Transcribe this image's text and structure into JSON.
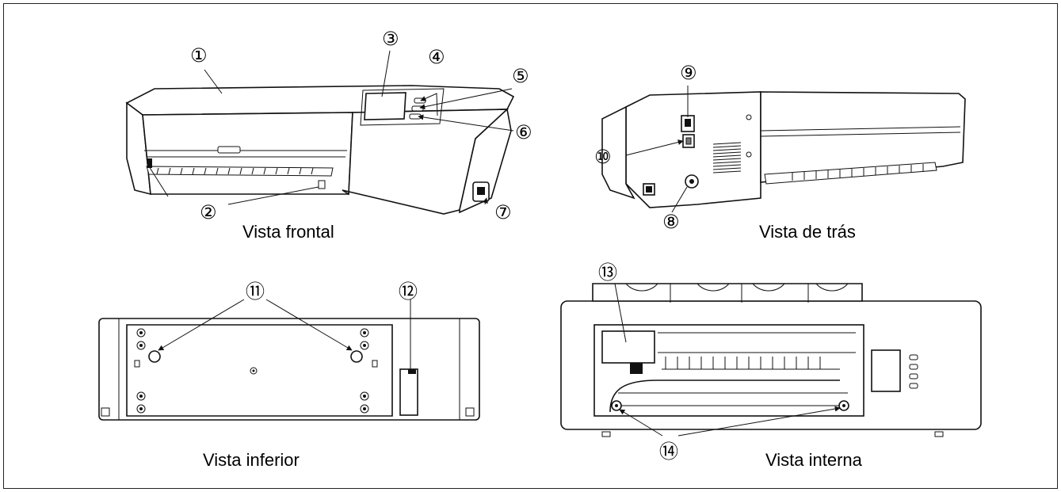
{
  "views": {
    "front": "Vista frontal",
    "rear": "Vista de trás",
    "bottom": "Vista inferior",
    "internal": "Vista interna"
  },
  "callouts": {
    "c1": "①",
    "c2": "②",
    "c3": "③",
    "c4": "④",
    "c5": "⑤",
    "c6": "⑥",
    "c7": "⑦",
    "c8": "⑧",
    "c9": "⑨",
    "c10": "⑩",
    "c11": "⑪",
    "c12": "⑫",
    "c13": "⑬",
    "c14": "⑭"
  }
}
